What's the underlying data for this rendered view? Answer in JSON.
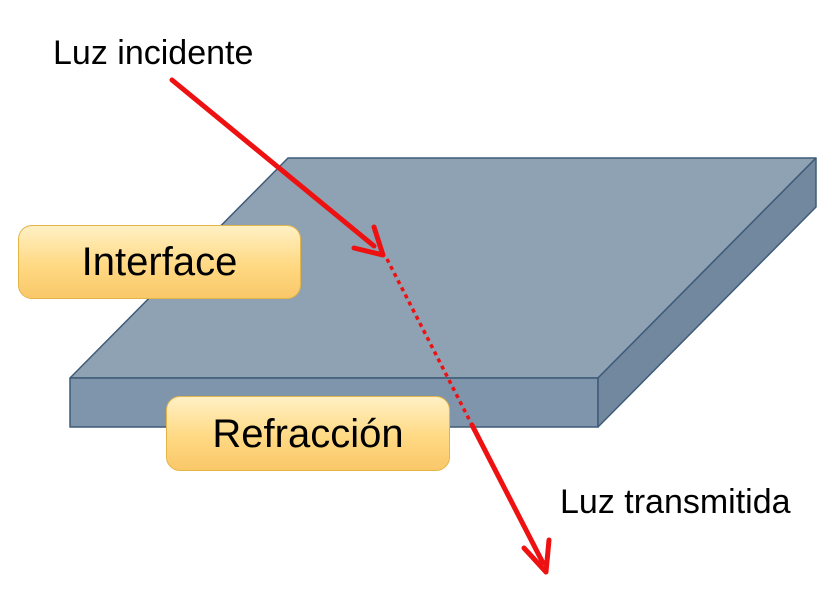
{
  "labels": {
    "incident_light": "Luz incidente",
    "transmitted_light": "Luz transmitida",
    "interface": "Interface",
    "refraction": "Refracción"
  },
  "colors": {
    "slab_top": "#8ea2b3",
    "slab_front": "#7f95ab",
    "slab_side": "#72889f",
    "slab_edge": "#3f5b78",
    "ray": "#ee1111",
    "callout_fill": "#ffd983",
    "callout_border": "#e3b448"
  },
  "icons": {
    "incident_arrow": "red-arrow",
    "refracted_path": "red-dotted-line",
    "transmitted_arrow": "red-arrow"
  }
}
